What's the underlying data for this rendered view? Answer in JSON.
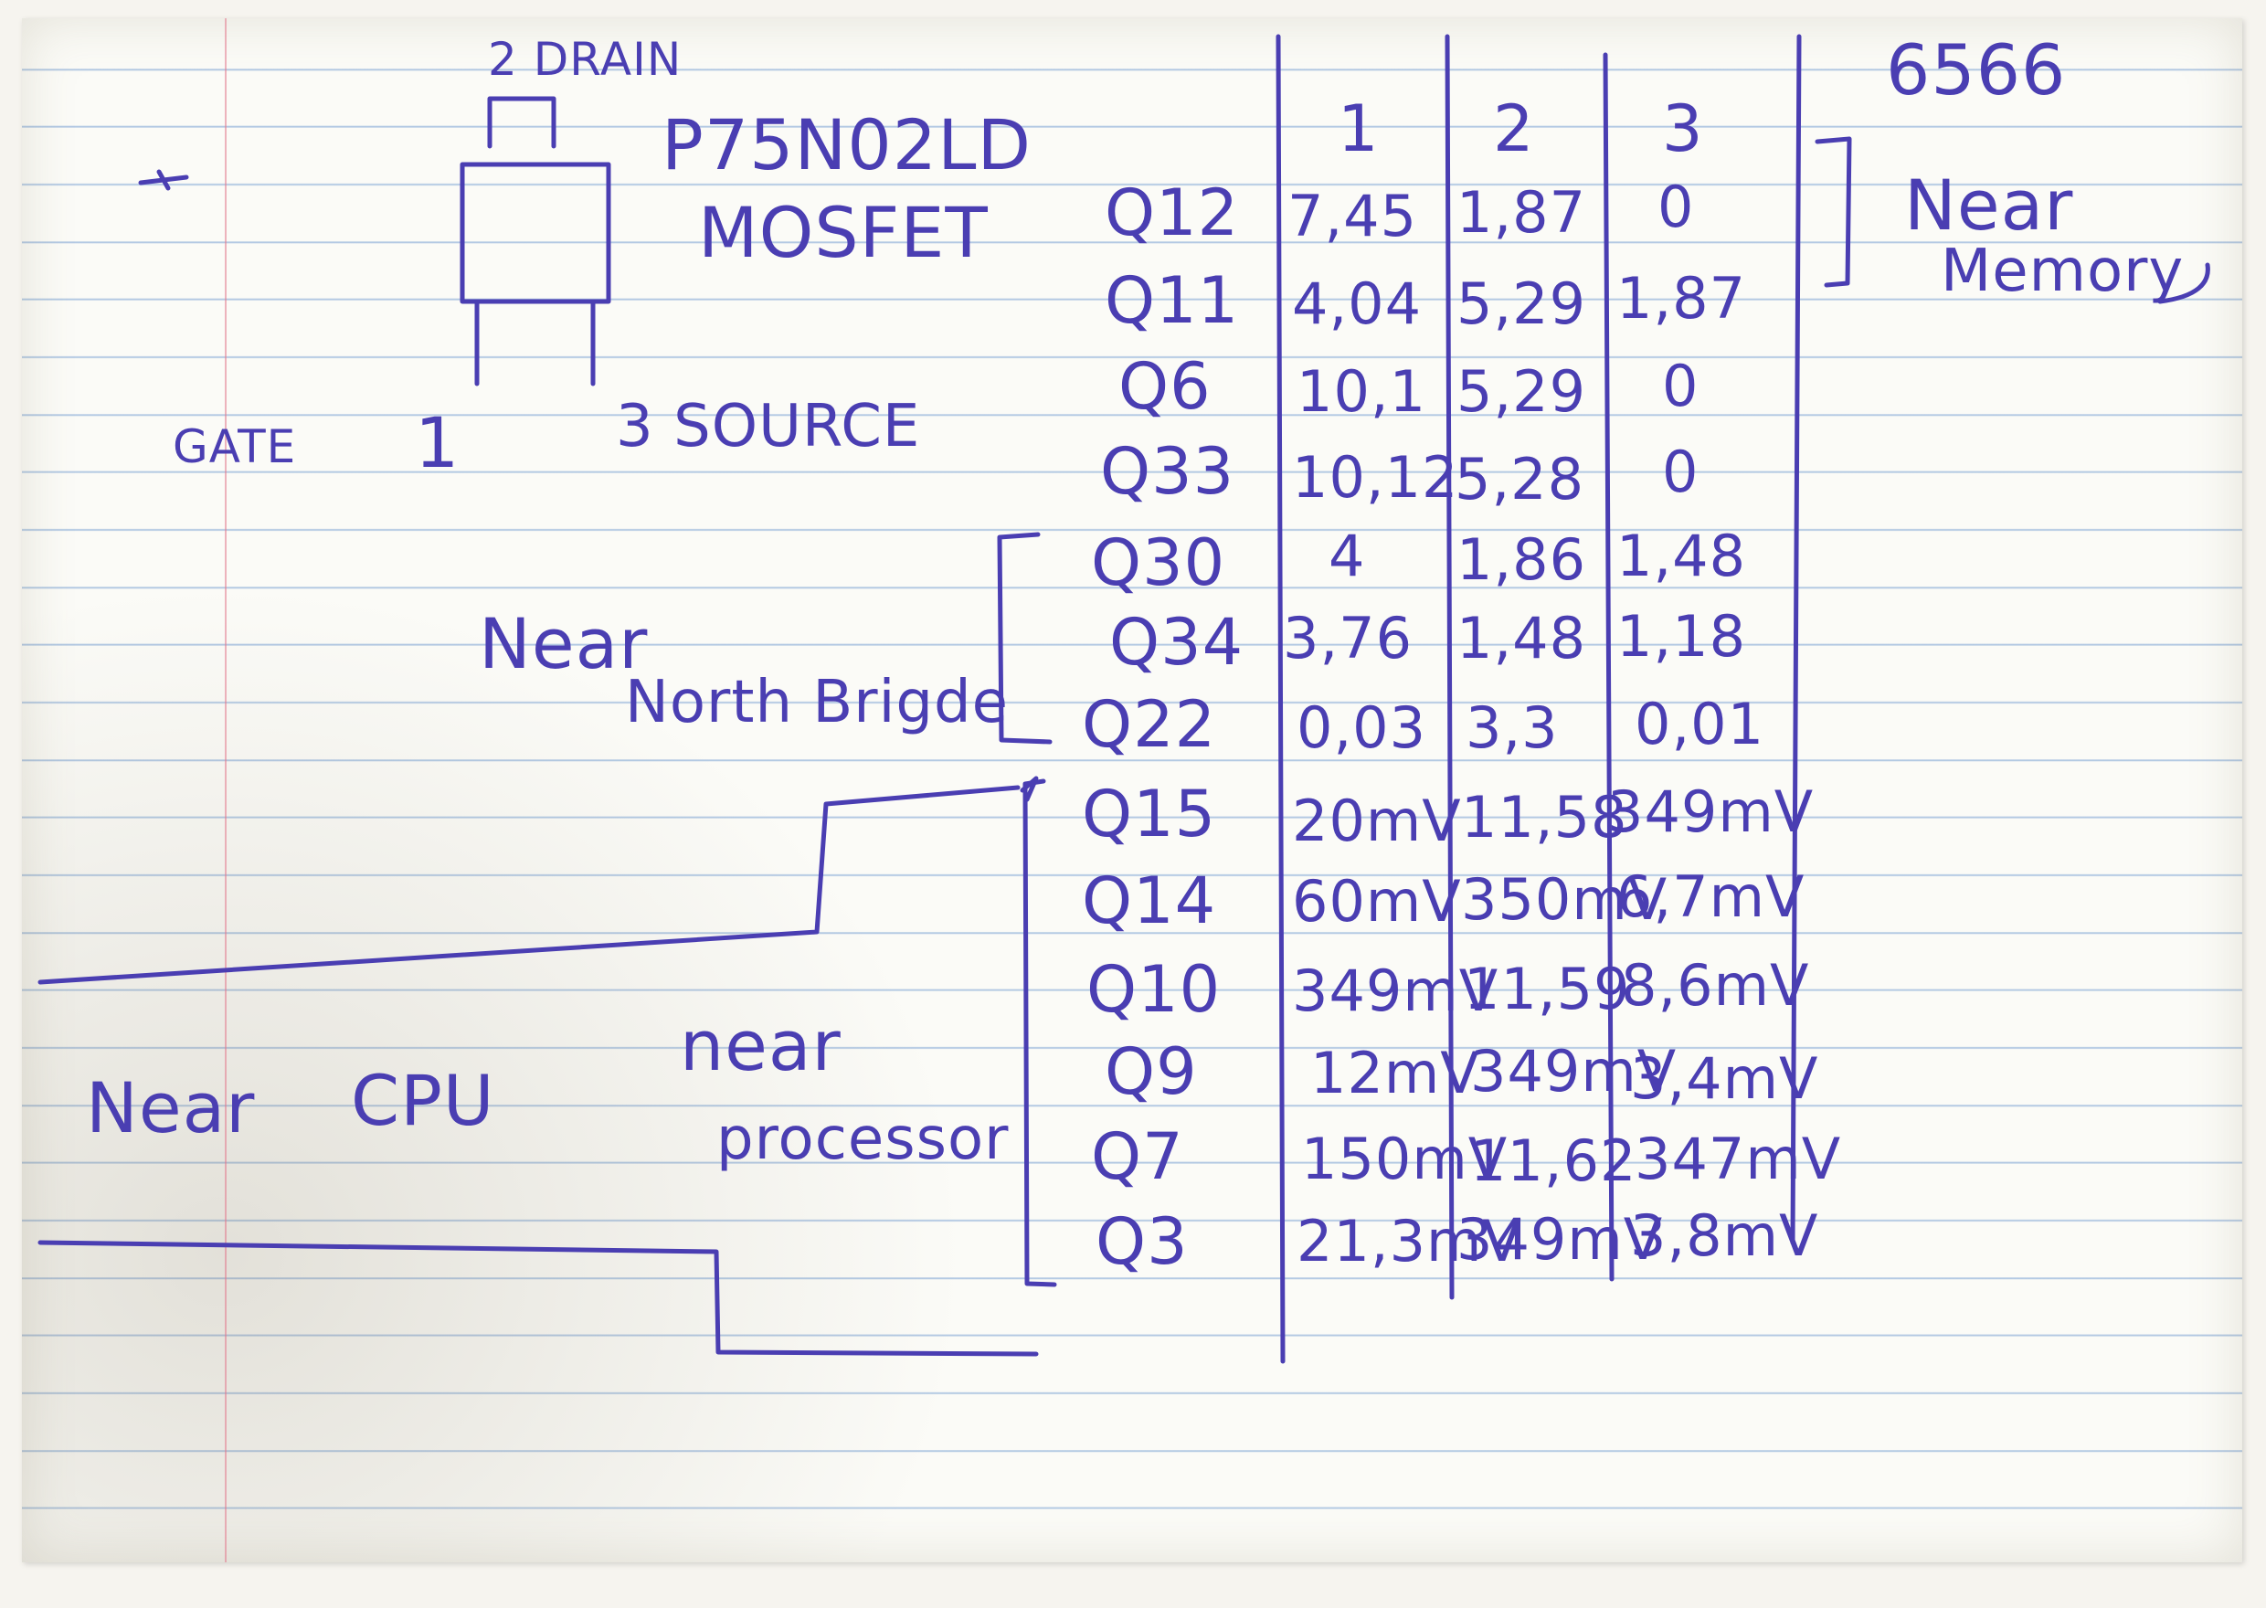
{
  "page": {
    "top_right_number": "6566",
    "component": {
      "part_number": "P75N02LD",
      "type": "MOSFET",
      "pins": {
        "drain": "2 DRAIN",
        "gate": "GATE",
        "gate_pin": "1",
        "source": "3 SOURCE"
      }
    },
    "column_headers": [
      "1",
      "2",
      "3"
    ],
    "rows": [
      {
        "label": "Q12",
        "values": [
          "7,45",
          "1,87",
          "0"
        ]
      },
      {
        "label": "Q11",
        "values": [
          "4,04",
          "5,29",
          "1,87"
        ]
      },
      {
        "label": "Q6",
        "values": [
          "10,1",
          "5,29",
          "0"
        ]
      },
      {
        "label": "Q33",
        "values": [
          "10,12",
          "5,28",
          "0"
        ]
      },
      {
        "label": "Q30",
        "values": [
          "4",
          "1,86",
          "1,48"
        ]
      },
      {
        "label": "Q34",
        "values": [
          "3,76",
          "1,48",
          "1,18"
        ]
      },
      {
        "label": "Q22",
        "values": [
          "0,03",
          "3,3",
          "0,01"
        ]
      },
      {
        "label": "Q15",
        "values": [
          "20mV",
          "11,58",
          "349mV"
        ]
      },
      {
        "label": "Q14",
        "values": [
          "60mV",
          "350mV",
          "6,7mV"
        ]
      },
      {
        "label": "Q10",
        "values": [
          "349mV",
          "11,59",
          "8,6mV"
        ]
      },
      {
        "label": "Q9",
        "values": [
          "12mV",
          "349mV",
          "3,4mV"
        ]
      },
      {
        "label": "Q7",
        "values": [
          "150mV",
          "11,62",
          "347mV"
        ]
      },
      {
        "label": "Q3",
        "values": [
          "21,3mV",
          "349mV",
          "3,8mV"
        ]
      }
    ],
    "annotations": {
      "near_memory_1": "Near",
      "near_memory_2": "Memory",
      "near_north_bridge_1": "Near",
      "near_north_bridge_2": "North Brigde",
      "near_cpu_1": "Near",
      "near_cpu_2": "CPU",
      "near_processor_1": "near",
      "near_processor_2": "processor"
    },
    "colors": {
      "ink": "#4a3eb2",
      "paper": "#fbfbf7",
      "rule_line": "#78a0d2",
      "margin_line": "#e1788c"
    }
  }
}
